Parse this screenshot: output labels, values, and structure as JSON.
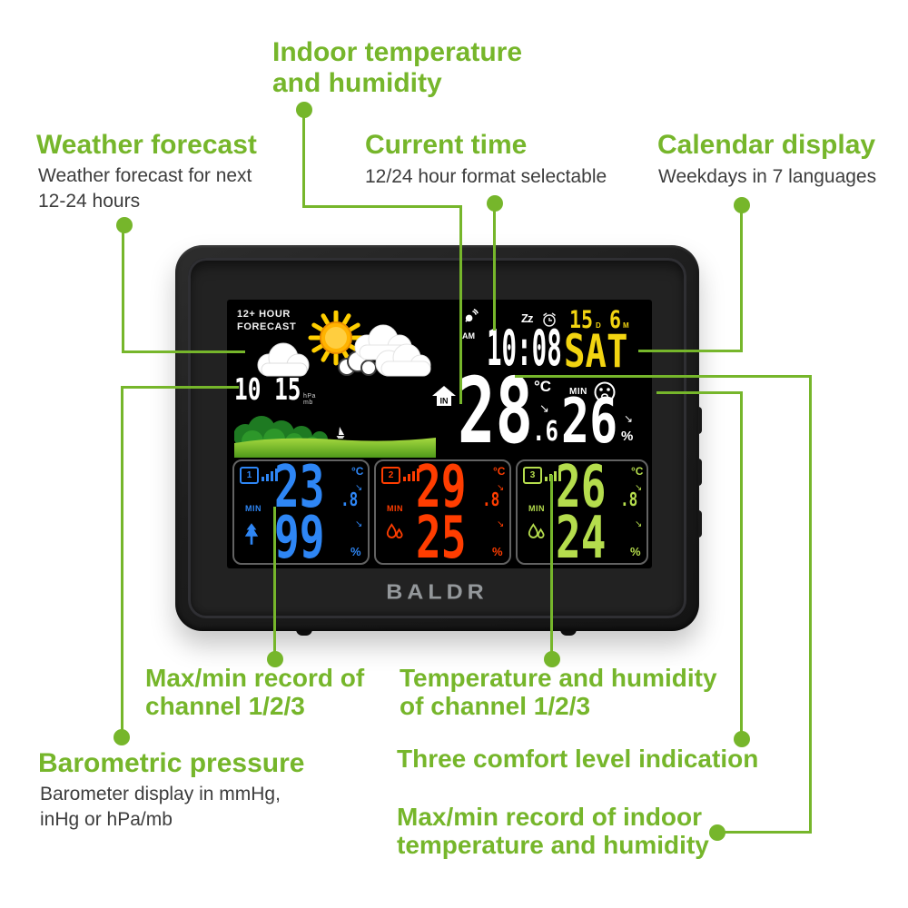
{
  "colors": {
    "accent_green": "#76b62b",
    "lcd_white": "#ffffff",
    "date_yellow": "#f2d411",
    "ch1_blue": "#2e86f5",
    "ch2_orange": "#ff3d00",
    "ch3_green": "#b5dd4d",
    "brand_gray": "#94989b"
  },
  "callouts": {
    "weather_forecast": {
      "title": "Weather forecast",
      "desc": "Weather forecast for next\n12-24 hours"
    },
    "indoor": {
      "title": "Indoor temperature\nand humidity"
    },
    "current_time": {
      "title": "Current time",
      "desc": "12/24 hour format selectable"
    },
    "calendar": {
      "title": "Calendar display",
      "desc": "Weekdays in 7 languages"
    },
    "maxmin_channel": {
      "title": "Max/min record of\nchannel 1/2/3"
    },
    "temp_humidity_channel": {
      "title": "Temperature and humidity\nof channel 1/2/3"
    },
    "barometric": {
      "title": "Barometric pressure",
      "desc": "Barometer display in mmHg,\ninHg or hPa/mb"
    },
    "comfort": {
      "title": "Three comfort level indication"
    },
    "maxmin_indoor": {
      "title": "Max/min record of indoor\ntemperature and humidity"
    }
  },
  "device": {
    "brand": "BALDR",
    "screen": {
      "forecast_label": "12+ HOUR\nFORECAST",
      "pressure": {
        "value": "10 15",
        "unit": "hPa mb"
      },
      "clock": {
        "time": "10:08",
        "meridiem": "AM",
        "snooze": "Zz"
      },
      "date": {
        "day": "15",
        "day_suffix": "D",
        "month": "6",
        "month_suffix": "M",
        "weekday": "SAT"
      },
      "indoor": {
        "label": "IN",
        "temp": "28",
        "temp_decimal": ".6",
        "temp_unit": "°C",
        "temp_trend": "↘",
        "min_label": "MIN",
        "humidity": "26",
        "humidity_unit": "%",
        "humidity_trend": "↘"
      },
      "channels": [
        {
          "id": "1",
          "min_label": "MIN",
          "sensor_icon": "tree-arrow-icon",
          "temp": "23",
          "temp_decimal": ".8",
          "temp_unit": "°C",
          "temp_trend": "↘",
          "humidity": "99",
          "humidity_unit": "%",
          "humidity_trend": "↘",
          "color": "#2e86f5"
        },
        {
          "id": "2",
          "min_label": "MIN",
          "sensor_icon": "water-drops-icon",
          "temp": "29",
          "temp_decimal": ".8",
          "temp_unit": "°C",
          "temp_trend": "↘",
          "humidity": "25",
          "humidity_unit": "%",
          "humidity_trend": "↘",
          "color": "#ff3d00"
        },
        {
          "id": "3",
          "min_label": "MIN",
          "sensor_icon": "water-drops-icon",
          "temp": "26",
          "temp_decimal": ".8",
          "temp_unit": "°C",
          "temp_trend": "↘",
          "humidity": "24",
          "humidity_unit": "%",
          "humidity_trend": "↘",
          "color": "#b5dd4d"
        }
      ]
    }
  }
}
